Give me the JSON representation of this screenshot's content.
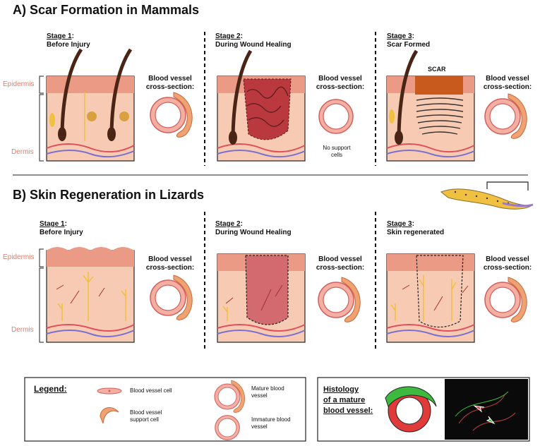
{
  "section_a": {
    "title": "A) Scar Formation in Mammals",
    "stage1": {
      "label": "Stage 1",
      "sub": "Before Injury"
    },
    "stage2": {
      "label": "Stage 2",
      "sub": "During Wound Healing"
    },
    "stage3": {
      "label": "Stage 3",
      "sub": "Scar Formed"
    },
    "epidermis": "Epidermis",
    "dermis": "Dermis",
    "bv_label_1": "Blood vessel",
    "bv_label_2": "cross-section:",
    "no_support": "No support cells",
    "scar": "SCAR"
  },
  "section_b": {
    "title": "B) Skin Regeneration in Lizards",
    "stage1": {
      "label": "Stage 1",
      "sub": "Before Injury"
    },
    "stage2": {
      "label": "Stage 2",
      "sub": "During Wound Healing"
    },
    "stage3": {
      "label": "Stage 3",
      "sub": "Skin regenerated"
    },
    "epidermis": "Epidermis",
    "dermis": "Dermis",
    "bv_label_1": "Blood vessel",
    "bv_label_2": "cross-section:"
  },
  "legend": {
    "title": "Legend:",
    "vessel_cell": "Blood vessel cell",
    "support_cell_1": "Blood vessel",
    "support_cell_2": "support cell",
    "mature_1": "Mature blood",
    "mature_2": "vessel",
    "immature_1": "Immature blood",
    "immature_2": "vessel"
  },
  "histology": {
    "line1": "Histology",
    "line2": "of a mature",
    "line3": "blood vessel:"
  },
  "colors": {
    "epidermis": "#eb9a86",
    "dermis": "#f7cbb3",
    "vessel_red": "#e0505a",
    "vessel_blue": "#7a6fd0",
    "hair": "#4a2414",
    "scar": "#c95a1e",
    "wound": "#b9393f"
  }
}
